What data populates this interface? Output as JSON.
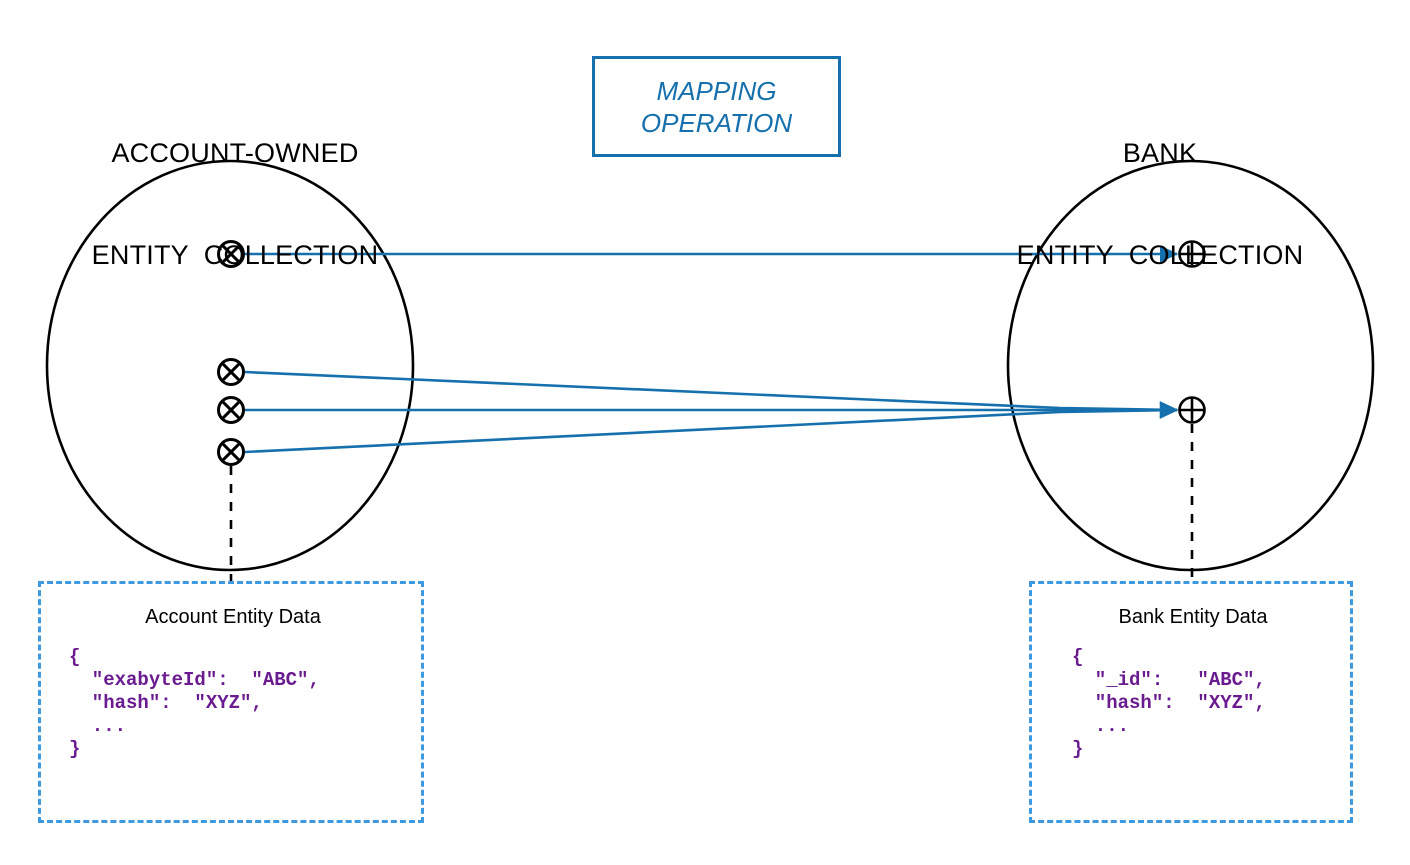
{
  "colors": {
    "arrow_blue": "#1570ad",
    "dashed_border_blue": "#3d9ae0",
    "code_purple": "#6a1b8f",
    "outline_black": "#000000",
    "background": "#ffffff"
  },
  "left_collection": {
    "title_line1": "ACCOUNT-OWNED",
    "title_line2": "ENTITY  COLLECTION",
    "node_icon": "circled-times-icon",
    "node_glyph": "⊗",
    "node_count": 4
  },
  "right_collection": {
    "title_line1": "BANK",
    "title_line2": "ENTITY  COLLECTION",
    "node_icon": "circled-plus-icon",
    "node_glyph": "⊕",
    "node_count": 2
  },
  "mapping_operation": {
    "line1": "MAPPING",
    "line2": "OPERATION"
  },
  "left_panel": {
    "title": "Account Entity Data",
    "code_lines": [
      "{",
      "  \"exabyteId\":  \"ABC\",",
      "  \"hash\":  \"XYZ\",",
      "  ...",
      "}"
    ]
  },
  "right_panel": {
    "title": "Bank Entity Data",
    "code_lines": [
      "{",
      "  \"_id\":   \"ABC\",",
      "  \"hash\":  \"XYZ\",",
      "  ...",
      "}"
    ]
  },
  "mappings": [
    {
      "from": "account-node-1",
      "to": "bank-node-1"
    },
    {
      "from": "account-node-2",
      "to": "bank-node-2"
    },
    {
      "from": "account-node-3",
      "to": "bank-node-2"
    },
    {
      "from": "account-node-4",
      "to": "bank-node-2"
    }
  ]
}
